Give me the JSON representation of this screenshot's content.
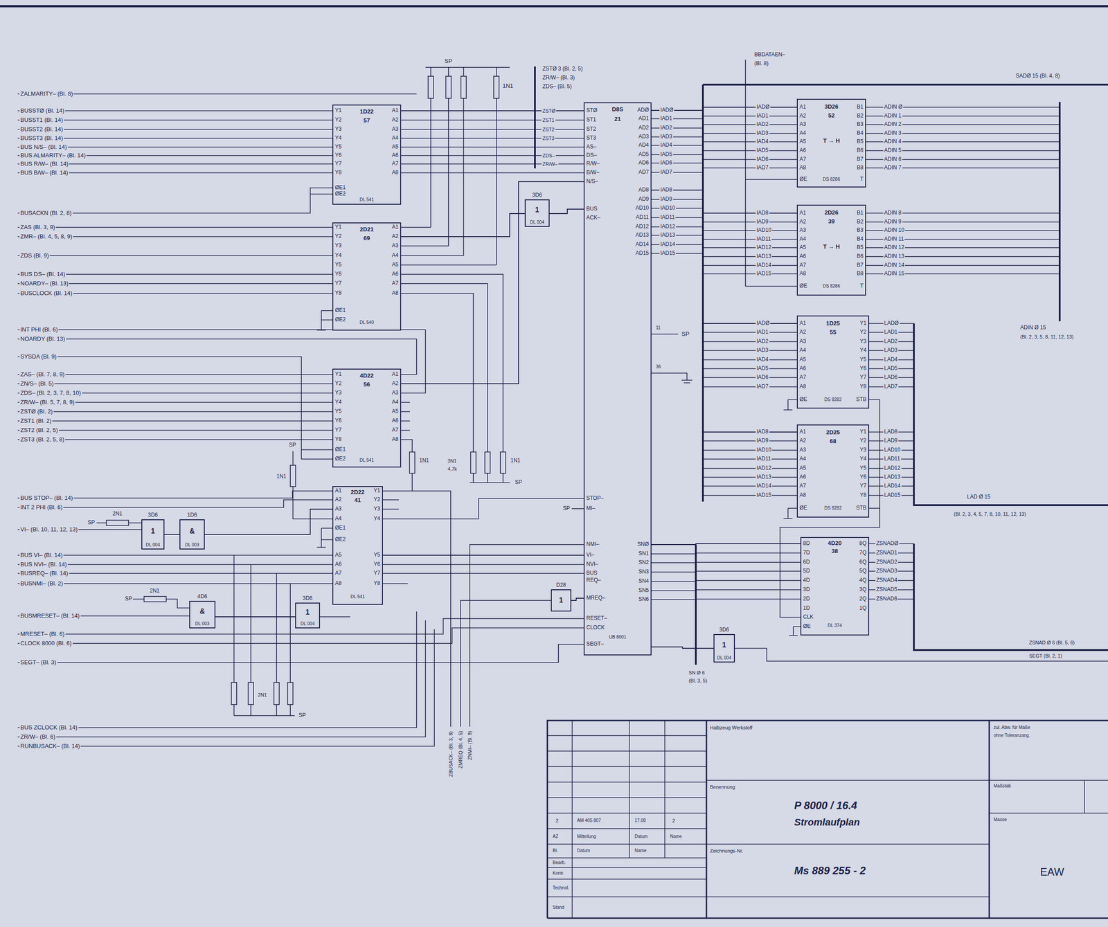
{
  "diagram": {
    "nodes": [
      {
        "text": [
          "1D22",
          "57",
          "Y1",
          "Y2",
          "Y3",
          "Y4",
          "Y5",
          "Y6",
          "Y7",
          "Y8",
          "ØE1",
          "ØE2",
          "A1",
          "A2",
          "A3",
          "A4",
          "A5",
          "A6",
          "A7",
          "A8",
          "DL 541"
        ]
      },
      {
        "text": [
          "2D21",
          "69",
          "Y1",
          "Y2",
          "Y3",
          "Y4",
          "Y5",
          "Y6",
          "Y7",
          "Y8",
          "ØE1",
          "ØE2",
          "A1",
          "A2",
          "A3",
          "A4",
          "A5",
          "A6",
          "A7",
          "A8",
          "DL 540"
        ]
      },
      {
        "text": [
          "3D6",
          "1",
          "DL 004"
        ]
      },
      {
        "text": [
          "D8S",
          "21",
          "STØ",
          "ST1",
          "ST2",
          "ST3",
          "AS–",
          "DS–",
          "R/W–",
          "B/W–",
          "N/S–",
          "BUS",
          "ACK–",
          "STOP–",
          "MI–",
          "NMI–",
          "VI–",
          "NVI–",
          "BUS",
          "REQ–",
          "MREQ–",
          "RESET–",
          "CLOCK",
          "SEGT–",
          "ADØ",
          "AD1",
          "AD2",
          "AD3",
          "AD4",
          "AD5",
          "AD6",
          "AD7",
          "AD8",
          "AD9",
          "AD10",
          "AD11",
          "AD12",
          "AD13",
          "AD14",
          "AD15",
          "SNØ",
          "SN1",
          "SN2",
          "SN3",
          "SN4",
          "SN5",
          "SN6",
          "UB 8001"
        ]
      },
      {
        "text": [
          "4D22",
          "56",
          "Y1",
          "Y2",
          "Y3",
          "Y4",
          "Y5",
          "Y6",
          "Y7",
          "Y8",
          "ØE1",
          "ØE2",
          "A1",
          "A2",
          "A3",
          "A4",
          "A5",
          "A6",
          "A7",
          "A8",
          "DL 541"
        ]
      },
      {
        "text": [
          "3D6",
          "1",
          "DL 004"
        ]
      },
      {
        "text": [
          "1D6",
          "&",
          "DL 003"
        ]
      },
      {
        "text": [
          "2D22",
          "41",
          "A1",
          "A2",
          "A3",
          "A4",
          "ØE1",
          "ØE2",
          "A5",
          "A6",
          "A7",
          "A8",
          "Y1",
          "Y2",
          "Y3",
          "Y4",
          "Y5",
          "Y6",
          "Y7",
          "Y8",
          "DL 541"
        ]
      },
      {
        "text": [
          "4D6",
          "&",
          "DL 003"
        ]
      },
      {
        "text": [
          "3D6",
          "1",
          "DL 004"
        ]
      },
      {
        "text": [
          "D28",
          "1"
        ]
      },
      {
        "text": [
          "3D26",
          "52",
          "T → H",
          "A1",
          "A2",
          "A3",
          "A4",
          "A5",
          "A6",
          "A7",
          "A8",
          "ØE",
          "B1",
          "B2",
          "B3",
          "B4",
          "B5",
          "B6",
          "B7",
          "B8",
          "T",
          "DS 8286"
        ]
      },
      {
        "text": [
          "2D26",
          "39",
          "T → H",
          "A1",
          "A2",
          "A3",
          "A4",
          "A5",
          "A6",
          "A7",
          "A8",
          "ØE",
          "B1",
          "B2",
          "B3",
          "B4",
          "B5",
          "B6",
          "B7",
          "B8",
          "T",
          "DS 8286"
        ]
      },
      {
        "text": [
          "1D25",
          "55",
          "A1",
          "A2",
          "A3",
          "A4",
          "A5",
          "A6",
          "A7",
          "A8",
          "ØE",
          "Y1",
          "Y2",
          "Y3",
          "Y4",
          "Y5",
          "Y6",
          "Y7",
          "Y8",
          "STB",
          "DS 8282"
        ]
      },
      {
        "text": [
          "2D25",
          "68",
          "A1",
          "A2",
          "A3",
          "A4",
          "A5",
          "A6",
          "A7",
          "A8",
          "ØE",
          "Y1",
          "Y2",
          "Y3",
          "Y4",
          "Y5",
          "Y6",
          "Y7",
          "Y8",
          "STB",
          "DS 8282"
        ]
      },
      {
        "text": [
          "4D20",
          "38",
          "8D",
          "7D",
          "6D",
          "5D",
          "4D",
          "3D",
          "2D",
          "1D",
          "CLK",
          "ØE",
          "8Q",
          "7Q",
          "6Q",
          "5Q",
          "4Q",
          "3Q",
          "2Q",
          "1Q",
          "DL 374"
        ]
      },
      {
        "text": [
          "3D6",
          "1",
          "DL 004"
        ]
      }
    ],
    "edges": [
      {
        "from": 0,
        "to": 3,
        "arrow": "none"
      },
      {
        "from": 1,
        "to": 2,
        "arrow": "none"
      },
      {
        "from": 2,
        "to": 3,
        "arrow": "none"
      },
      {
        "from": 4,
        "to": 3,
        "arrow": "none"
      },
      {
        "from": 7,
        "to": 3,
        "arrow": "none"
      },
      {
        "from": 3,
        "to": 11,
        "arrow": "none"
      },
      {
        "from": 3,
        "to": 12,
        "arrow": "none"
      },
      {
        "from": 3,
        "to": 13,
        "arrow": "none"
      },
      {
        "from": 3,
        "to": 14,
        "arrow": "none"
      },
      {
        "from": 3,
        "to": 15,
        "arrow": "none"
      },
      {
        "from": 5,
        "to": 6,
        "arrow": "none"
      },
      {
        "from": 6,
        "to": 7,
        "arrow": "none"
      },
      {
        "from": 8,
        "to": 9,
        "arrow": "none"
      },
      {
        "from": 10,
        "to": 3,
        "arrow": "none"
      },
      {
        "from": 3,
        "to": 16,
        "arrow": "none"
      }
    ],
    "labels": [
      "ZALMARITY– (Bl. 8)",
      "BUSSTØ (Bl. 14)",
      "BUSST1 (Bl. 14)",
      "BUSST2 (Bl. 14)",
      "BUSST3 (Bl. 14)",
      "BUS N/S– (Bl. 14)",
      "BUS ALMARITY– (Bl. 14)",
      "BUS R/W– (Bl. 14)",
      "BUS B/W– (Bl. 14)",
      "BUSACKN (Bl. 2, 8)",
      "ZAS (Bl. 3, 9)",
      "ZMR– (Bl. 4, 5, 8, 9)",
      "ZDS (Bl. 9)",
      "BUS DS– (Bl. 14)",
      "NOARDY– (Bl. 13)",
      "BUSCLOCK (Bl. 14)",
      "INT PHI (Bl. 6)",
      "NOARDY (Bl. 13)",
      "SYSDA (Bl. 9)",
      "ZAS– (Bl. 7, 8, 9)",
      "ZN/S– (Bl. 5)",
      "ZDS– (Bl. 2, 3, 7, 8, 10)",
      "ZR/W– (Bl. 5, 7, 8, 9)",
      "ZSTØ (Bl. 2)",
      "ZST1 (Bl. 2)",
      "ZST2 (Bl. 2, 5)",
      "ZST3 (Bl. 2, 5, 8)",
      "BUS STOP– (Bl. 14)",
      "INT 2 PHI (Bl. 6)",
      "VI– (Bl. 10, 11, 12, 13)",
      "BUS VI– (Bl. 14)",
      "BUS NVI– (Bl. 14)",
      "BUSREQ– (Bl. 14)",
      "BUSNMI– (Bl. 2)",
      "BUSMRESET– (Bl. 14)",
      "MRESET– (Bl. 6)",
      "CLOCK 8000 (Bl. 6)",
      "SEGT– (Bl. 3)",
      "BUS ZCLOCK (Bl. 14)",
      "ZR/W– (Bl. 6)",
      "RUNBUSACK– (Bl. 14)",
      "SP",
      "1N1",
      "ZSTØ 3 (Bl. 2, 5)",
      "ZR/W– (Bl. 3)",
      "ZDS– (Bl. 5)",
      "ZSTØ",
      "ZST1",
      "ZST2",
      "ZST3",
      "ZDS–",
      "ZR/W–",
      "IADØ",
      "IAD1",
      "IAD2",
      "IAD3",
      "IAD4",
      "IAD5",
      "IAD6",
      "IAD7",
      "IAD8",
      "IAD9",
      "IAD10",
      "IAD11",
      "IAD12",
      "IAD13",
      "IAD14",
      "IAD15",
      "11",
      "SP",
      "36",
      "BBDATAEN–",
      "(Bl. 8)",
      "SADØ 15 (Bl. 4, 8)",
      "IADØ",
      "IAD1",
      "IAD2",
      "IAD3",
      "IAD4",
      "IAD5",
      "IAD6",
      "IAD7",
      "IAD8",
      "IAD9",
      "IAD10",
      "IAD11",
      "IAD12",
      "IAD13",
      "IAD14",
      "IAD15",
      "IADØ",
      "IAD1",
      "IAD2",
      "IAD3",
      "IAD4",
      "IAD5",
      "IAD6",
      "IAD7",
      "IAD8",
      "IAD9",
      "IAD10",
      "IAD11",
      "IAD12",
      "IAD13",
      "IAD14",
      "IAD15",
      "ADIN Ø",
      "ADIN 1",
      "ADIN 2",
      "ADIN 3",
      "ADIN 4",
      "ADIN 5",
      "ADIN 6",
      "ADIN 7",
      "ADIN 8",
      "ADIN 9",
      "ADIN 10",
      "ADIN 11",
      "ADIN 12",
      "ADIN 13",
      "ADIN 14",
      "ADIN 15",
      "LADØ",
      "LAD1",
      "LAD2",
      "LAD3",
      "LAD4",
      "LAD5",
      "LAD6",
      "LAD7",
      "LAD8",
      "LAD9",
      "LAD10",
      "LAD11",
      "LAD12",
      "LAD13",
      "LAD14",
      "LAD15",
      "ZSNADØ",
      "ZSNAD1",
      "ZSNAD2",
      "ZSNAD3",
      "ZSNAD4",
      "ZSNAD5",
      "ZSNAD6",
      "ADIN Ø 15",
      "(Bl. 2, 3, 5, 8, 11, 12, 13)",
      "LAD Ø 15",
      "(Bl. 2, 3, 4, 5, 7, 8, 10, 11, 12, 13)",
      "ZSNAD Ø 6 (Bl. 5, 6)",
      "SEGT (Bl. 2, 1)",
      "SN Ø 6",
      "(Bl. 3, 5)",
      "SP",
      "1N1",
      "SP",
      "2N1",
      "SP",
      "2N1",
      "2N1",
      "SP",
      "3N1",
      "4,7k",
      "1N1",
      "SP",
      "SP",
      "1N1",
      "ZBUSACK– (Bl. 3, 8)",
      "ZMREQ (Bl. 4, 5)",
      "ZNMI– (Bl. 9)",
      "Halbzeug Werkstoff",
      "zul. Abw. für Maße",
      "ohne Toleranzang.",
      "Benennung",
      "Maßstab",
      "P 8000 / 16.4",
      "Stromlaufplan",
      "Masse",
      "2",
      "AM 405 807",
      "17.08",
      "2",
      "AZ",
      "Mitteilung",
      "Datum",
      "Name",
      "Bl.",
      "Datum",
      "Name",
      "Bearb.",
      "Kontr.",
      "Technol.",
      "Stand",
      "Zeichnungs-Nr.",
      "Ms 889 255 - 2",
      "EAW"
    ]
  }
}
